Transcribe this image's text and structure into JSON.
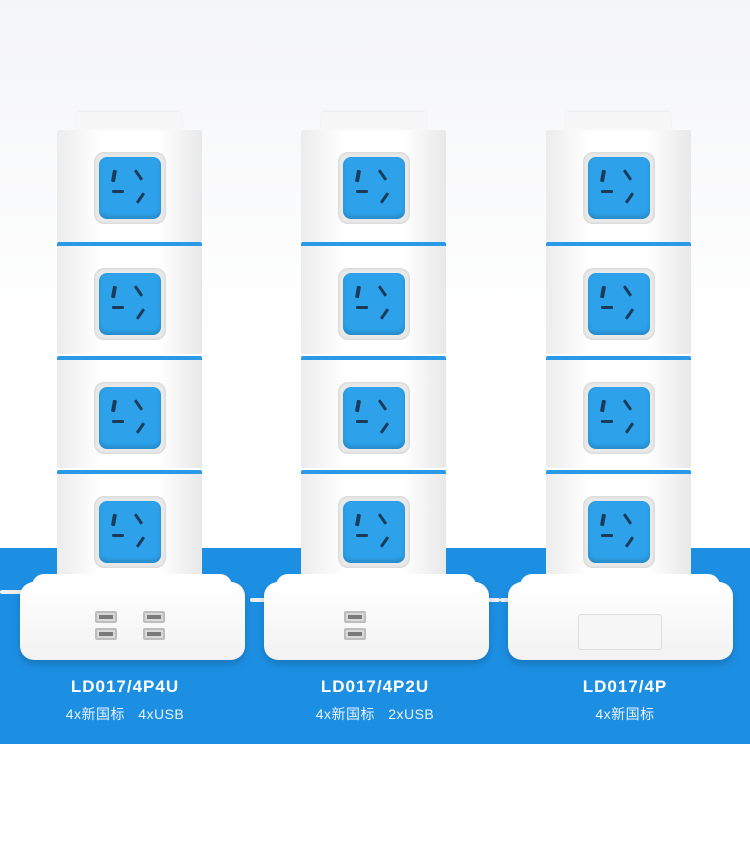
{
  "products": [
    {
      "model": "LD017/4P4U",
      "spec": "4x新国标   4xUSB",
      "usb_ports": 4
    },
    {
      "model": "LD017/4P2U",
      "spec": "4x新国标   2xUSB",
      "usb_ports": 2
    },
    {
      "model": "LD017/4P",
      "spec": "4x新国标",
      "usb_ports": 0
    }
  ],
  "colors": {
    "accent_blue": "#1d8fe3",
    "socket_blue": "#2da2ea"
  },
  "icons": {
    "usb": "usb-icon"
  }
}
